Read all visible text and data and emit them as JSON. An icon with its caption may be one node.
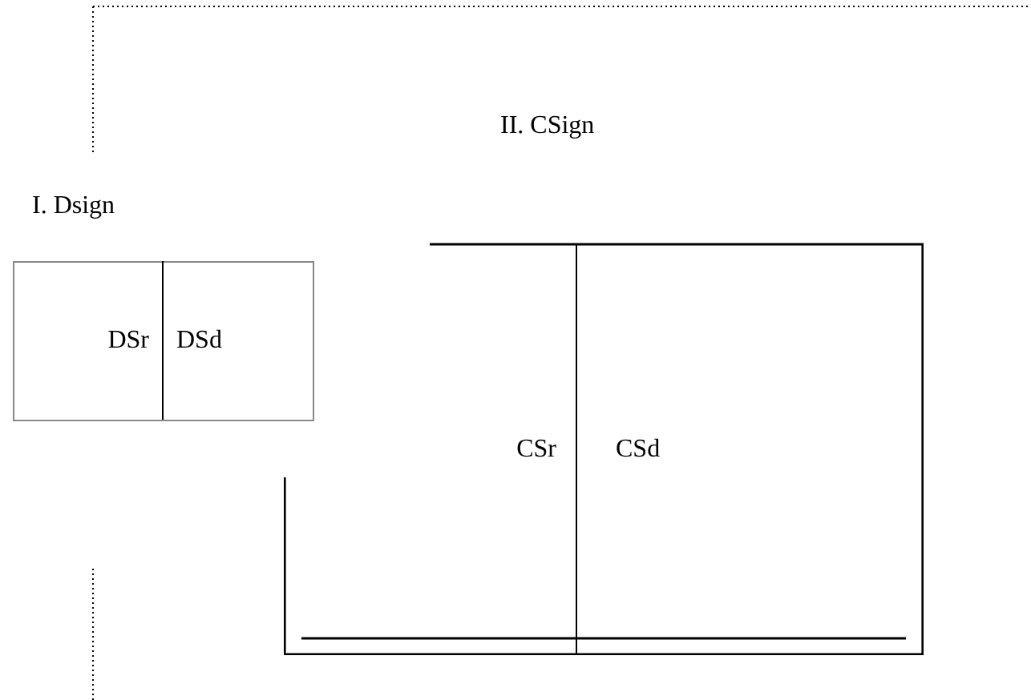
{
  "diagram": {
    "nodes": [
      {
        "text": [
          "I. Dsign"
        ]
      },
      {
        "text": [
          "DSr"
        ],
        "in": 0
      },
      {
        "text": [
          "DSd"
        ],
        "in": 0
      },
      {
        "text": [
          "II. CSign"
        ]
      },
      {
        "text": [
          "CSr"
        ],
        "in": 3
      },
      {
        "text": [
          "CSd"
        ],
        "in": 3
      }
    ],
    "edges": []
  }
}
